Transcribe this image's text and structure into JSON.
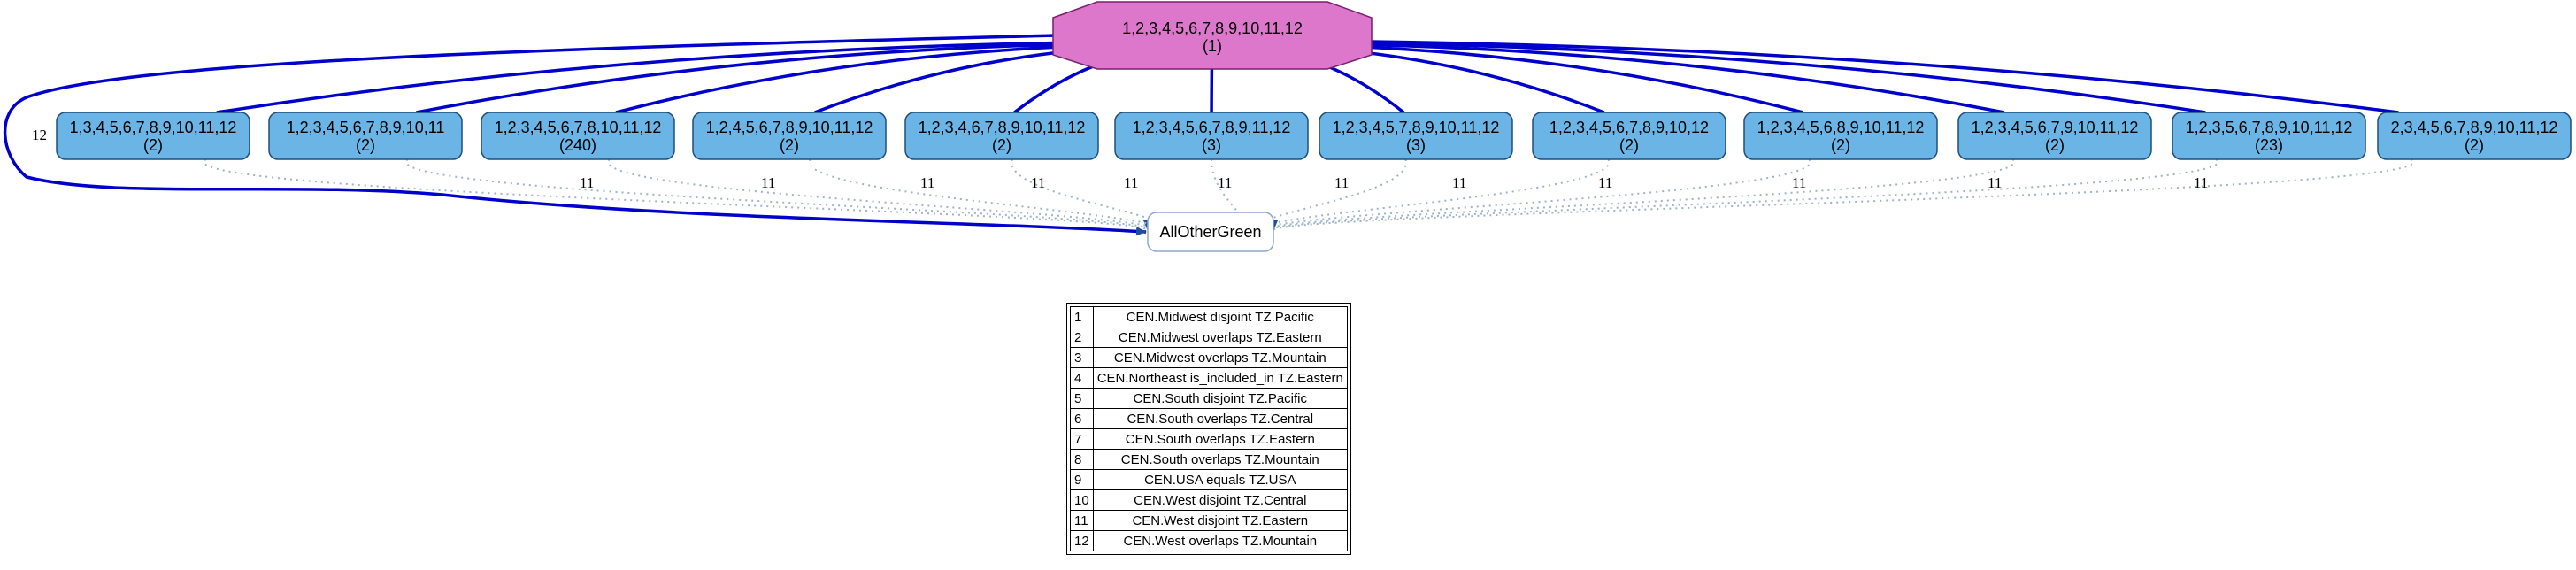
{
  "colors": {
    "top_node_fill": "#dd77cc",
    "top_node_stroke": "#7a1f6d",
    "mid_node_fill": "#6bb4e6",
    "mid_node_stroke": "#1f4e7a",
    "bottom_node_stroke": "#8fa9c9",
    "solid_edge": "#0000cc",
    "dotted_edge": "#9fb3c8",
    "arrowhead": "#1f4e9a"
  },
  "top_node": {
    "line1": "1,2,3,4,5,6,7,8,9,10,11,12",
    "line2": "(1)"
  },
  "loop_edge_label": "12",
  "bottom_node": {
    "label": "AllOtherGreen"
  },
  "mid_nodes": [
    {
      "line1": "1,3,4,5,6,7,8,9,10,11,12",
      "line2": "(2)",
      "edge_label": "11"
    },
    {
      "line1": "1,2,3,4,5,6,7,8,9,10,11",
      "line2": "(2)",
      "edge_label": "11"
    },
    {
      "line1": "1,2,3,4,5,6,7,8,10,11,12",
      "line2": "(240)",
      "edge_label": "11"
    },
    {
      "line1": "1,2,4,5,6,7,8,9,10,11,12",
      "line2": "(2)",
      "edge_label": "11"
    },
    {
      "line1": "1,2,3,4,6,7,8,9,10,11,12",
      "line2": "(2)",
      "edge_label": "11"
    },
    {
      "line1": "1,2,3,4,5,6,7,8,9,11,12",
      "line2": "(3)",
      "edge_label": "11"
    },
    {
      "line1": "1,2,3,4,5,7,8,9,10,11,12",
      "line2": "(3)",
      "edge_label": "11"
    },
    {
      "line1": "1,2,3,4,5,6,7,8,9,10,12",
      "line2": "(2)",
      "edge_label": "11"
    },
    {
      "line1": "1,2,3,4,5,6,8,9,10,11,12",
      "line2": "(2)",
      "edge_label": "11"
    },
    {
      "line1": "1,2,3,4,5,6,7,9,10,11,12",
      "line2": "(2)",
      "edge_label": "11"
    },
    {
      "line1": "1,2,3,5,6,7,8,9,10,11,12",
      "line2": "(23)",
      "edge_label": "11"
    },
    {
      "line1": "2,3,4,5,6,7,8,9,10,11,12",
      "line2": "(2)",
      "edge_label": "11"
    }
  ],
  "legend": [
    {
      "num": "1",
      "text": "CEN.Midwest disjoint TZ.Pacific"
    },
    {
      "num": "2",
      "text": "CEN.Midwest overlaps TZ.Eastern"
    },
    {
      "num": "3",
      "text": "CEN.Midwest overlaps TZ.Mountain"
    },
    {
      "num": "4",
      "text": "CEN.Northeast is_included_in TZ.Eastern"
    },
    {
      "num": "5",
      "text": "CEN.South disjoint TZ.Pacific"
    },
    {
      "num": "6",
      "text": "CEN.South overlaps TZ.Central"
    },
    {
      "num": "7",
      "text": "CEN.South overlaps TZ.Eastern"
    },
    {
      "num": "8",
      "text": "CEN.South overlaps TZ.Mountain"
    },
    {
      "num": "9",
      "text": "CEN.USA equals TZ.USA"
    },
    {
      "num": "10",
      "text": "CEN.West disjoint TZ.Central"
    },
    {
      "num": "11",
      "text": "CEN.West disjoint TZ.Eastern"
    },
    {
      "num": "12",
      "text": "CEN.West overlaps TZ.Mountain"
    }
  ]
}
